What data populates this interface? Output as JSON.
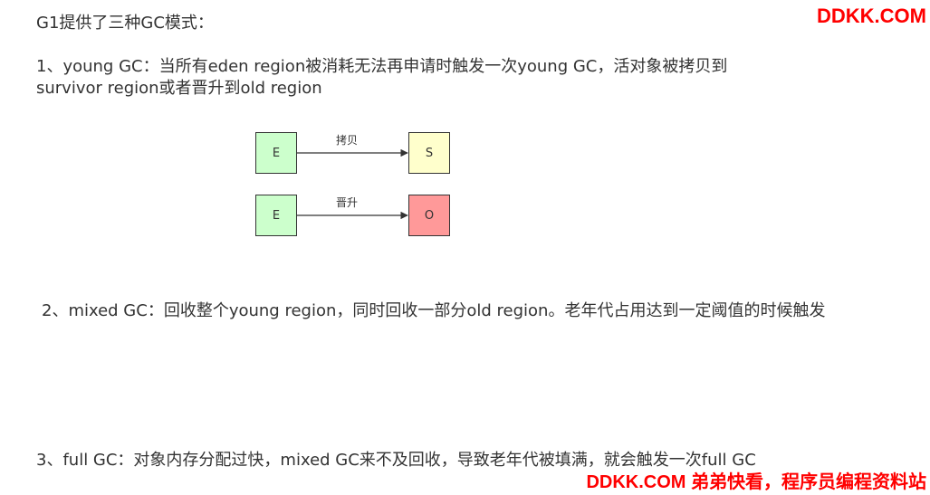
{
  "watermark": {
    "top": "DDKK.COM",
    "bottom": "DDKK.COM 弟弟快看，程序员编程资料站"
  },
  "doc": {
    "intro": "G1提供了三种GC模式：",
    "item1_line1": "1、young GC：当所有eden region被消耗无法再申请时触发一次young GC，活对象被拷贝到",
    "item1_line2": "survivor region或者晋升到old region",
    "item2": "2、mixed GC：回收整个young region，同时回收一部分old region。老年代占用达到一定阈值的时候触发",
    "item3": "3、full GC：对象内存分配过快，mixed GC来不及回收，导致老年代被填满，就会触发一次full GC"
  },
  "diagram": {
    "row1": {
      "from": "E",
      "label": "拷贝",
      "to": "S"
    },
    "row2": {
      "from": "E",
      "label": "晋升",
      "to": "O"
    },
    "colors": {
      "eden": "#ccffcc",
      "survivor": "#ffffcc",
      "old": "#ff9999",
      "stroke": "#333333"
    }
  }
}
